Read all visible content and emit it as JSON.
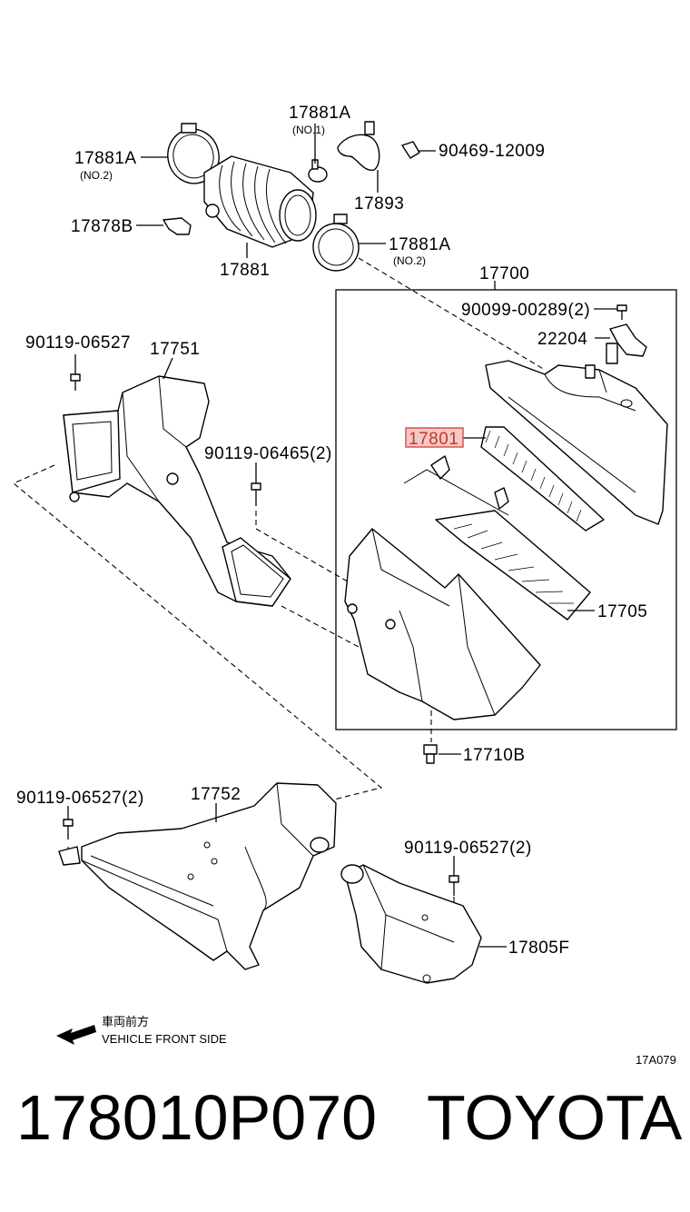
{
  "labels": {
    "p17881A_no1": "17881A",
    "p17881A_no1_sub": "(NO.1)",
    "p90469": "90469-12009",
    "p17881A_no2_left": "17881A",
    "p17881A_no2_left_sub": "(NO.2)",
    "p17893": "17893",
    "p17878B": "17878B",
    "p17881": "17881",
    "p17881A_no2_right": "17881A",
    "p17881A_no2_right_sub": "(NO.2)",
    "p17700": "17700",
    "p90099": "90099-00289(2)",
    "p22204": "22204",
    "p90119_top": "90119-06527",
    "p17751": "17751",
    "p17801": "17801",
    "p90119_06465": "90119-06465(2)",
    "p17705": "17705",
    "p17710B": "17710B",
    "p90119_left2": "90119-06527(2)",
    "p17752": "17752",
    "p90119_right2": "90119-06527(2)",
    "p17805F": "17805F",
    "front_jp": "車両前方",
    "front_en": "VEHICLE FRONT SIDE",
    "diagram_code": "17A079"
  },
  "highlight_color": "#d9534f",
  "footer": {
    "part_number": "178010P070",
    "brand": "TOYOTA"
  }
}
